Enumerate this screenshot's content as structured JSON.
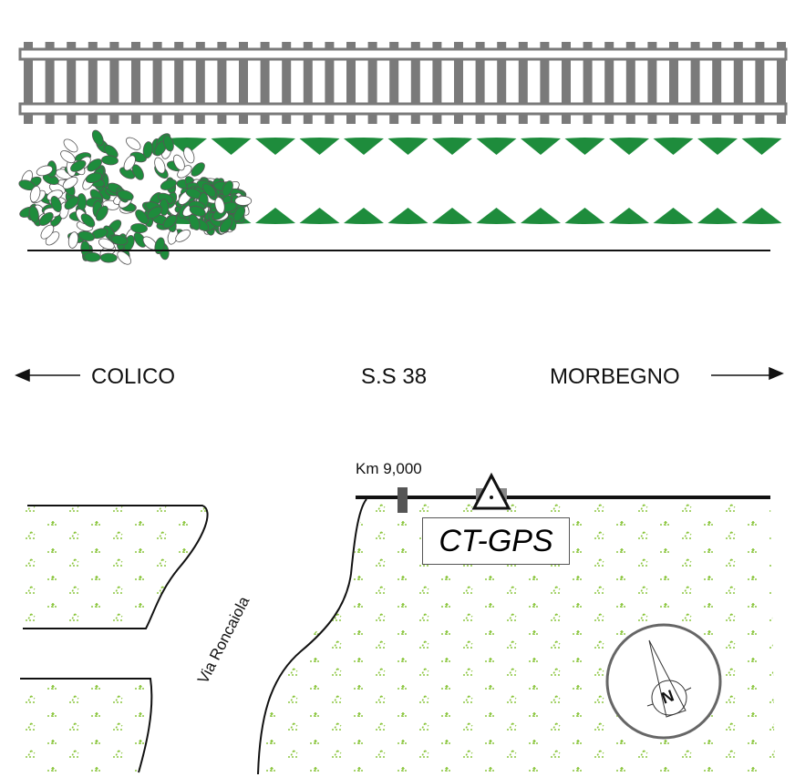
{
  "labels": {
    "west": "COLICO",
    "road": "S.S 38",
    "east": "MORBEGNO",
    "km_marker": "Km 9,000",
    "station": "CT-GPS",
    "side_street": "Via Roncaiola",
    "north": "N"
  },
  "colors": {
    "rail": "#7a7a7a",
    "hedge": "#1e8c3c",
    "grass": "#8cc63f",
    "line": "#111111"
  }
}
